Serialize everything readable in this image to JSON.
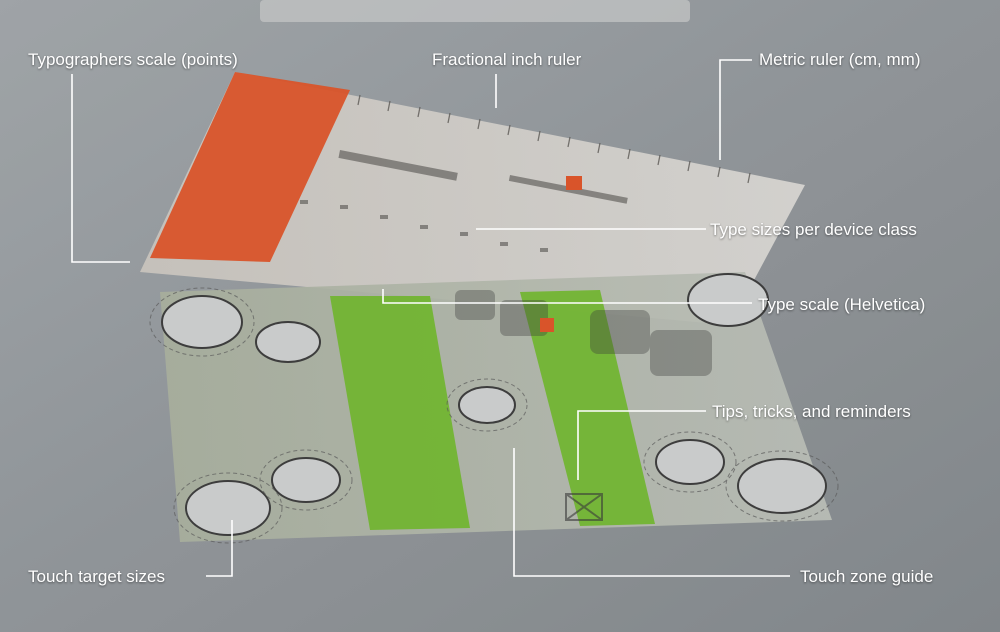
{
  "photo": {
    "subject": "transparent-ruler-cards-on-metal-surface"
  },
  "callouts": [
    {
      "id": "typographers",
      "text": "Typographers scale (points)"
    },
    {
      "id": "fractional",
      "text": "Fractional inch ruler"
    },
    {
      "id": "metric",
      "text": "Metric ruler (cm, mm)"
    },
    {
      "id": "device",
      "text": "Type sizes per device class"
    },
    {
      "id": "typescale",
      "text": "Type scale (Helvetica)"
    },
    {
      "id": "tips",
      "text": "Tips, tricks, and reminders"
    },
    {
      "id": "touchtarget",
      "text": "Touch target sizes"
    },
    {
      "id": "touchzone",
      "text": "Touch zone guide"
    }
  ],
  "colors": {
    "callout": "#ffffff",
    "card_orange": "#d9542a",
    "card_green": "#6fb52c",
    "surface": "#8a8f93"
  }
}
